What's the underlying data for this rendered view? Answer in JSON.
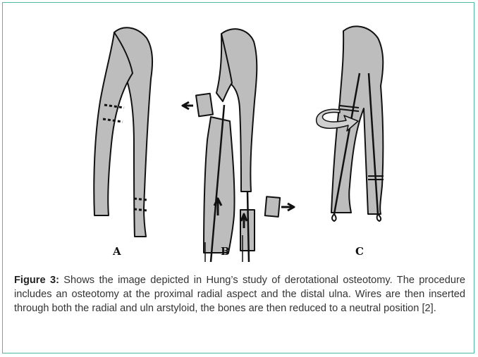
{
  "figure": {
    "panels": [
      {
        "label": "A"
      },
      {
        "label": "B"
      },
      {
        "label": "C"
      }
    ],
    "caption_label": "Figure 3:",
    "caption_text": " Shows the image depicted in Hung’s study of derotational osteotomy. The procedure includes an osteotomy at the proximal radial aspect and the distal ulna. Wires are then inserted through both the radial and uln arstyloid, the bones are then reduced to a neutral position [2].",
    "colors": {
      "bone_fill": "#bdbdbd",
      "outline": "#111111",
      "frame": "#4fb8a4"
    }
  }
}
